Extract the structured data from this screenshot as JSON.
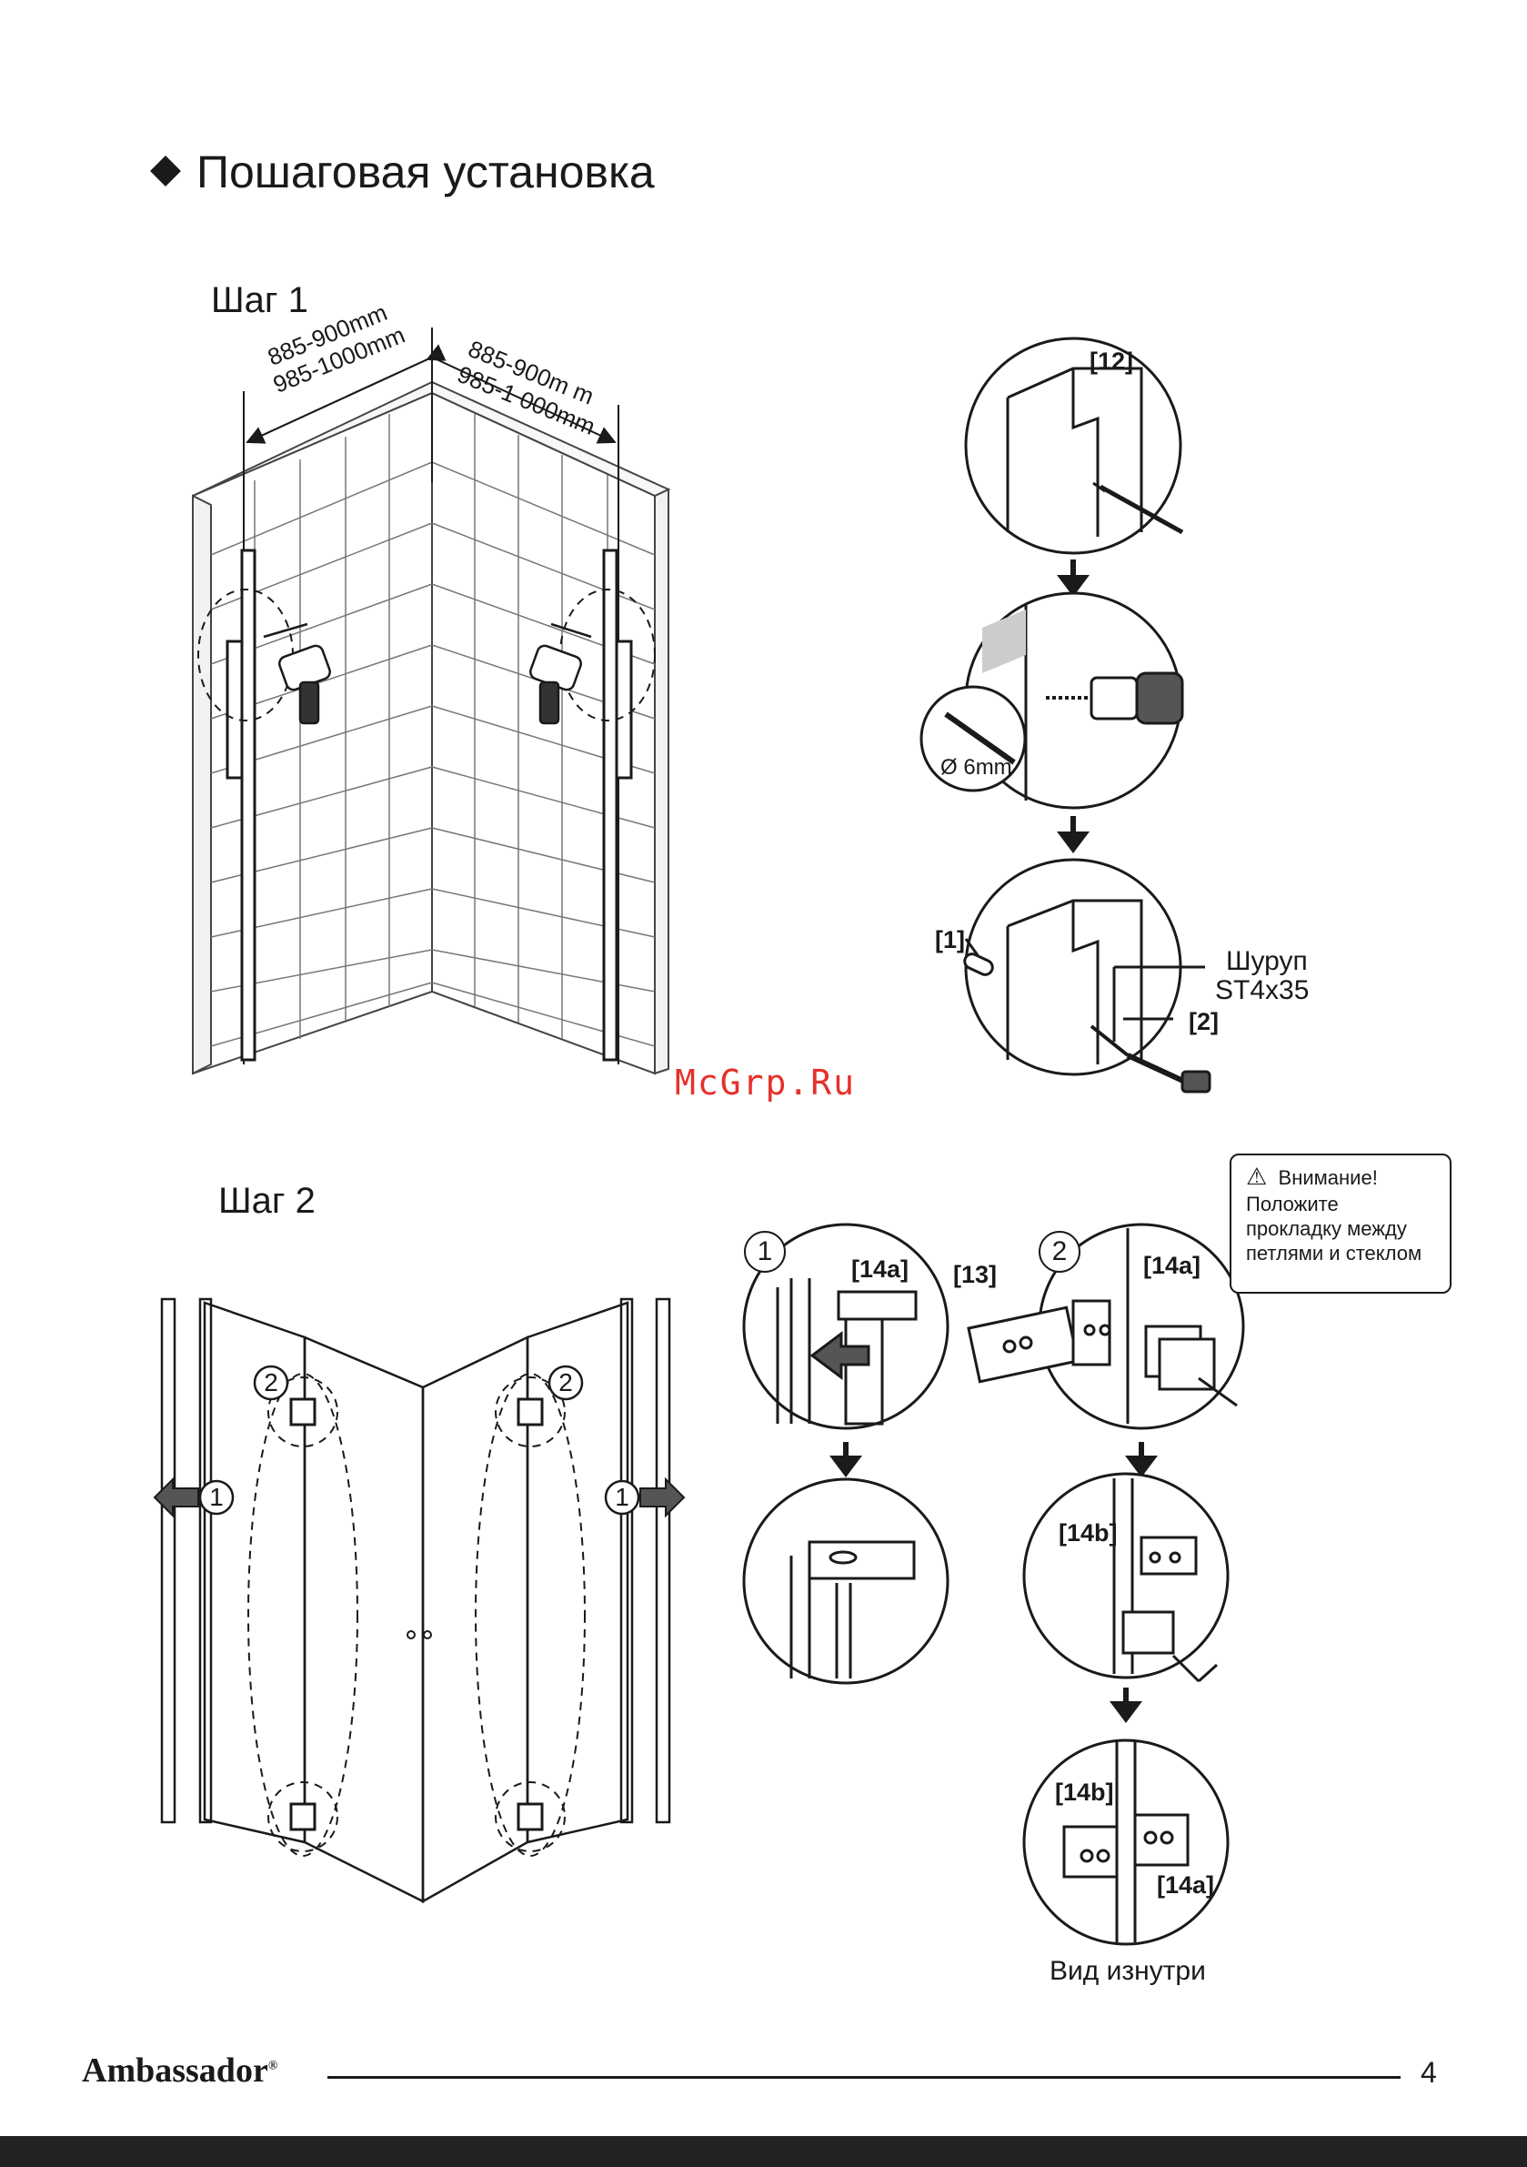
{
  "page": {
    "title": "Пошаговая установка",
    "page_number": "4",
    "brand": "Ambassador",
    "brand_mark": "®",
    "watermark": "McGrp.Ru"
  },
  "step1": {
    "label": "Шаг 1",
    "dim_left": [
      "885-900mm",
      "985-1000mm"
    ],
    "dim_right": [
      "885-900m m",
      "985-1 000mm"
    ],
    "detail_a_tag": "[12]",
    "drill_size": "6mm",
    "drill_symbol": "Ø",
    "detail_c_tag_plug": "[1]",
    "detail_c_tag_screw": "[2]",
    "screw_name": "Шуруп",
    "screw_spec": "ST4x35"
  },
  "step2": {
    "label": "Шаг 2",
    "callout_1": "1",
    "callout_2": "2",
    "detail_tag_14a": "[14a]",
    "detail_tag_13": "[13]",
    "detail_tag_14b": "[14b]",
    "inside_view": "Вид изнутри",
    "warning": {
      "title": "Внимание!",
      "icon": "⚠",
      "body": [
        "Положите",
        "прокладку между",
        "петлями и стеклом"
      ]
    }
  }
}
